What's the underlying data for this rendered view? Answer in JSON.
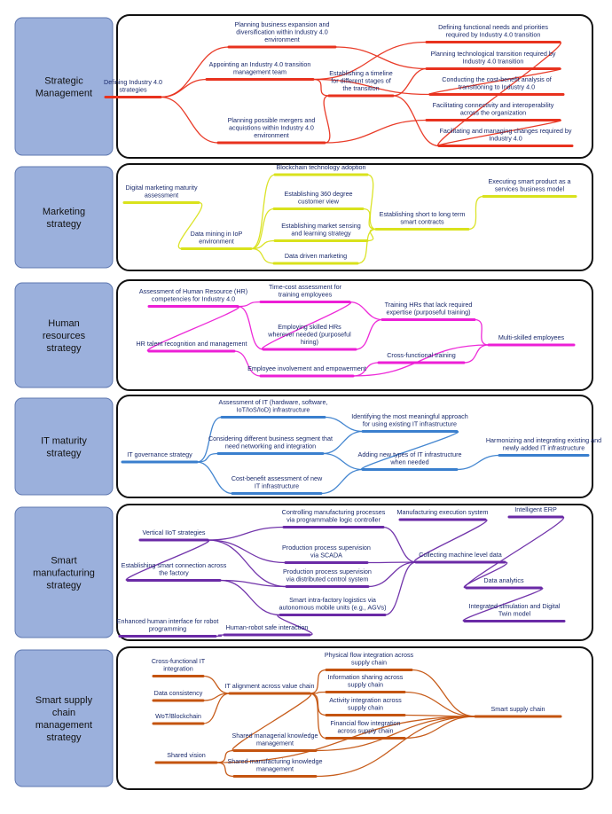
{
  "colors": {
    "strategic": "#e8321e",
    "marketing": "#d9e21c",
    "hr": "#ec1fd6",
    "it": "#3a7fce",
    "manufacturing": "#6a2aa6",
    "supply": "#c45410",
    "label_box": "#9bb0dc",
    "text": "#1a2a6c"
  },
  "sections": [
    {
      "name": "Strategic Management",
      "nodes": {
        "n0": "Defining Industry 4.0 strategies",
        "n1": "Planning business expansion and diversification within Industry 4.0 environment",
        "n2": "Appointing an Industry 4.0 transition management team",
        "n3": "Planning possible mergers and acquistions within Industry 4.0 environment",
        "n4": "Establishing a timeline for different stages of the transition",
        "n5": "Defining functional needs and priorities required by Industry 4.0 transition",
        "n6": "Planning technological transition required by Industry 4.0 transition",
        "n7": "Conducting the cost-benefit analysis of transitioning to Industry 4.0",
        "n8": "Facilitating connectivity and interoperability across the organization",
        "n9": "Facilitating and managing changes required by Industry 4.0"
      }
    },
    {
      "name": "Marketing strategy",
      "nodes": {
        "n0": "Digital marketing maturity assessment",
        "n1": "Data mining in IoP environment",
        "n2": "Blockchain technology adoption",
        "n3": "Establishing 360 degree customer view",
        "n4": "Establishing market sensing and learning strategy",
        "n5": "Data driven marketing",
        "n6": "Establishing short to long term smart contracts",
        "n7": "Executing smart product as a services business model"
      }
    },
    {
      "name": "Human resources strategy",
      "nodes": {
        "n0": "Assessment of Human Resource (HR) competencies for Industry 4.0",
        "n1": "HR talent recognition and management",
        "n2": "Time-cost assessment for training employees",
        "n3": "Employing skilled HRs wherever needed (purposeful hiring)",
        "n4": "Employee involvement and empowerment",
        "n5": "Training HRs that lack required expertise (purposeful training)",
        "n6": "Cross-functional training",
        "n7": "Multi-skilled employees"
      }
    },
    {
      "name": "IT maturity strategy",
      "nodes": {
        "n0": "IT governance strategy",
        "n1": "Assessment of IT (hardware, software, IoT/IoS/IoD) infrastructure",
        "n2": "Considering different business segment that need networking and integration",
        "n3": "Cost-benefit assessment of new IT infrastructure",
        "n4": "Identifying the most meaningful approach for using existing IT infrastructure",
        "n5": "Adding new types of IT infrastructure when needed",
        "n6": "Harmonizing and integrating existing and newly added IT infrastructure"
      }
    },
    {
      "name": "Smart manufacturing strategy",
      "nodes": {
        "n0": "Vertical IIoT strategies",
        "n1": "Establishing smart connection across the factory",
        "n2": "Enhanced human interface for robot programming",
        "n3": "Human-robot safe interaction",
        "n4": "Controlling manufacturing processes via programmable logic controller",
        "n5": "Production process supervision via SCADA",
        "n6": "Production process supervision via distributed control system",
        "n7": "Smart intra-factory logistics via autonomous mobile units (e.g., AGVs)",
        "n8": "Manufacturing execution system",
        "n9": "Collecting machine level data",
        "n10": "Intelligent ERP",
        "n11": "Data analytics",
        "n12": "Integrated simulation and Digital Twin model"
      }
    },
    {
      "name": "Smart supply chain management strategy",
      "nodes": {
        "n0": "Cross-functional IT integration",
        "n1": "Data consistency",
        "n2": "WoT/Blockchain",
        "n3": "IT alignment across value chain",
        "n4": "Shared vision",
        "n5": "Shared managerial knowledge management",
        "n6": "Shared manufacturing knowledge management",
        "n7": "Physical flow integration across supply chain",
        "n8": "Information sharing across supply chain",
        "n9": "Activity integration across supply chain",
        "n10": "Financial flow integration across supply chain",
        "n11": "Smart supply chain"
      }
    }
  ]
}
